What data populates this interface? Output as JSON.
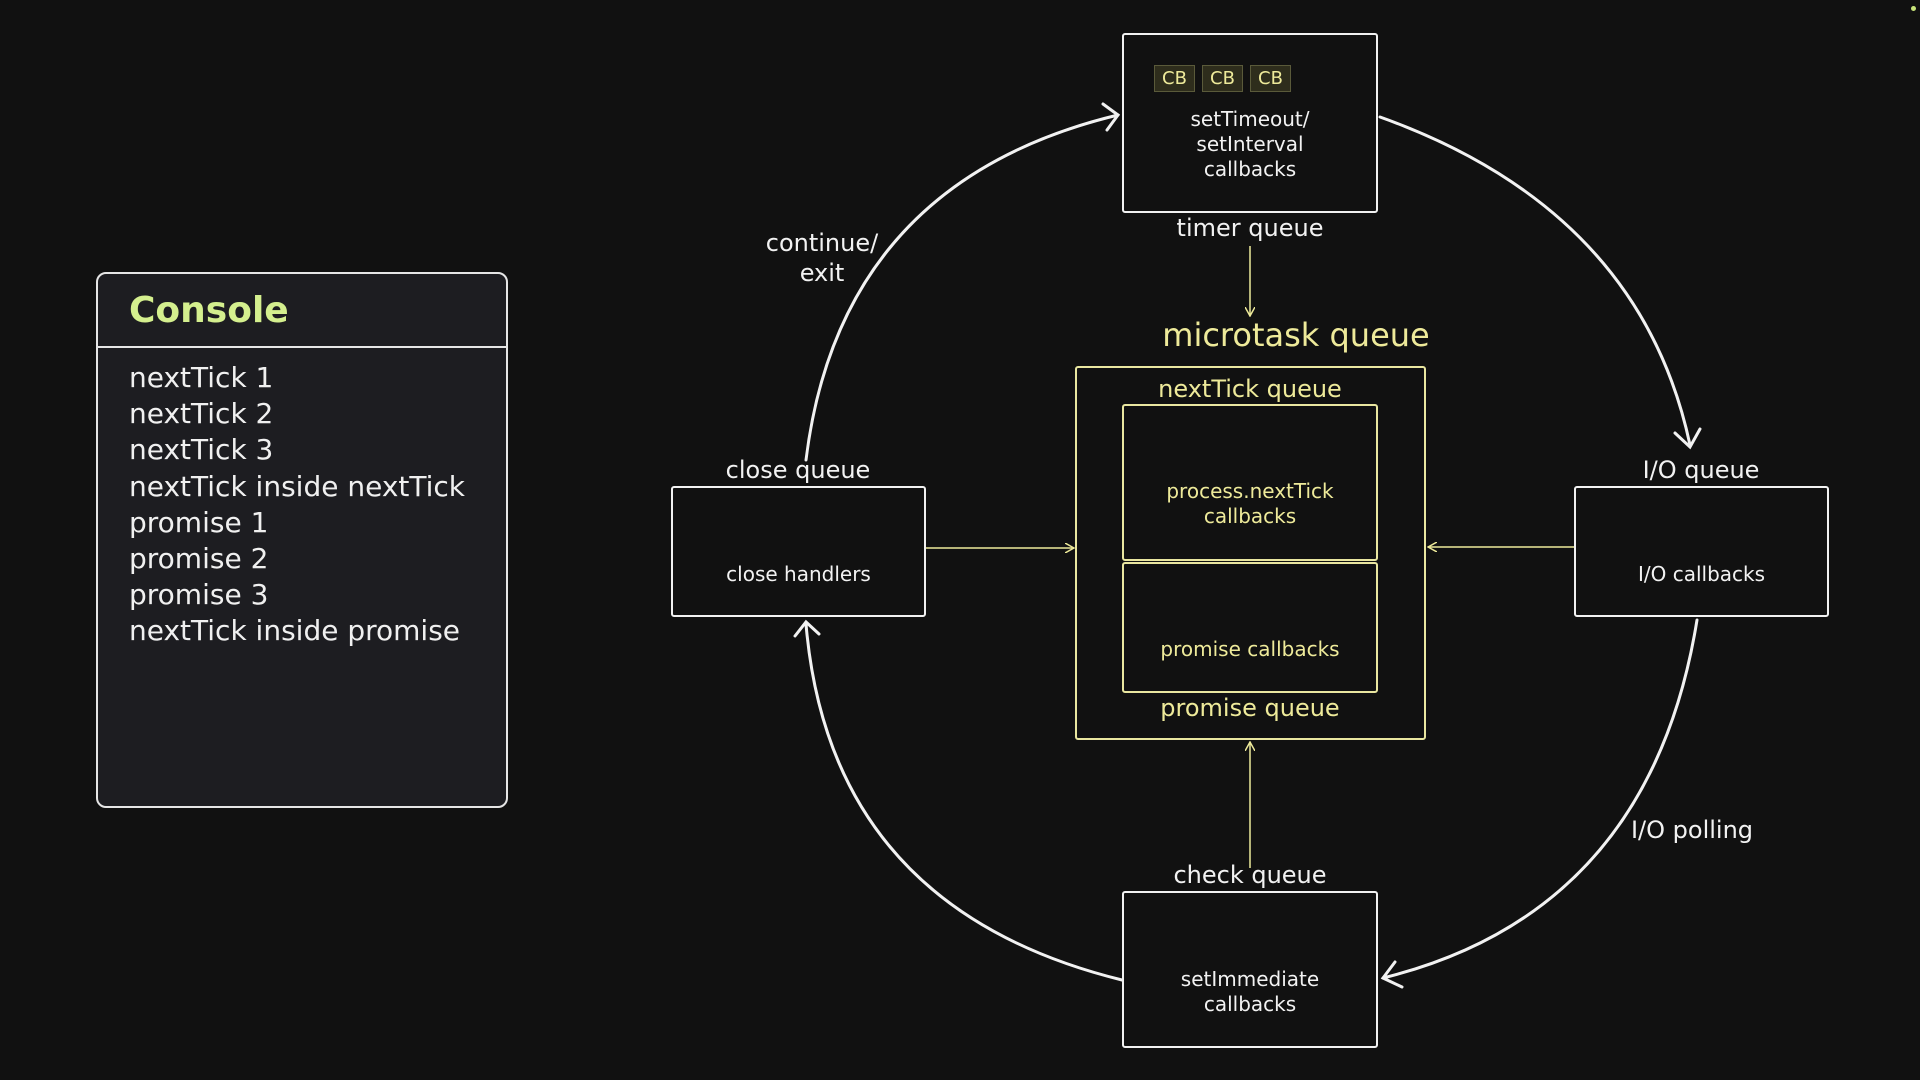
{
  "console": {
    "title": "Console",
    "lines": [
      "nextTick 1",
      "nextTick 2",
      "nextTick 3",
      "nextTick inside nextTick",
      "promise 1",
      "promise 2",
      "promise 3",
      "nextTick inside promise"
    ]
  },
  "diagram": {
    "timer": {
      "label": "timer queue",
      "text": "setTimeout/\nsetInterval\ncallbacks",
      "badges": [
        "CB",
        "CB",
        "CB"
      ]
    },
    "io": {
      "label": "I/O queue",
      "text": "I/O callbacks"
    },
    "check": {
      "label": "check queue",
      "text": "setImmediate\ncallbacks"
    },
    "close": {
      "label": "close queue",
      "text": "close handlers"
    },
    "microtask": {
      "title": "microtask queue",
      "nexttick_label": "nextTick queue",
      "nexttick_text": "process.nextTick\ncallbacks",
      "promise_text": "promise callbacks",
      "promise_label": "promise queue"
    },
    "loop_labels": {
      "continue_exit": "continue/\nexit",
      "io_polling": "I/O polling"
    }
  },
  "colors": {
    "background": "#111111",
    "accent_yellow": "#eeea9a",
    "console_title": "#d4ef8e",
    "line": "#f2f2f2"
  }
}
